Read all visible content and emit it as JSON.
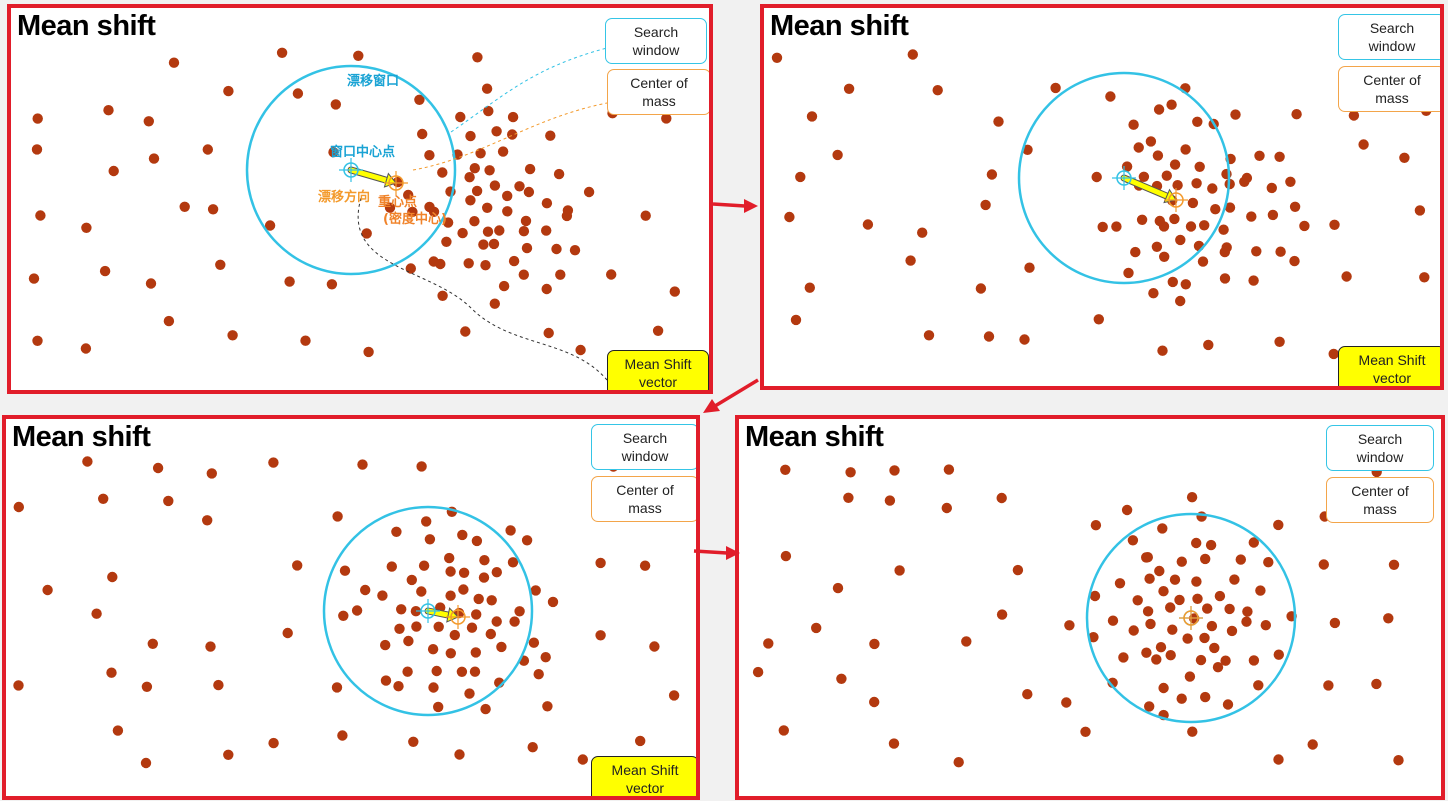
{
  "panels": [
    {
      "title": "Mean shift",
      "labels": {
        "search_window": "Search\nwindow",
        "center_of_mass": "Center of\nmass",
        "mean_shift_vector": "Mean Shift\nvector",
        "drift_window": "漂移窗口",
        "window_center": "窗口中心点",
        "drift_direction": "漂移方向",
        "centroid": "重心点",
        "density_center": "(密度中心)"
      }
    },
    {
      "title": "Mean shift",
      "labels": {
        "search_window": "Search\nwindow",
        "center_of_mass": "Center of\nmass",
        "mean_shift_vector": "Mean Shift\nvector"
      }
    },
    {
      "title": "Mean shift",
      "labels": {
        "search_window": "Search\nwindow",
        "center_of_mass": "Center of\nmass",
        "mean_shift_vector": "Mean Shift\nvector"
      }
    },
    {
      "title": "Mean shift",
      "labels": {
        "search_window": "Search\nwindow",
        "center_of_mass": "Center of\nmass"
      }
    }
  ],
  "colors": {
    "frame": "#e11d2a",
    "point": "#b3390f",
    "window": "#33c2e5",
    "center_of_mass": "#f39a2c",
    "vector": "#ffff00"
  },
  "icons": [
    "right-arrow-icon",
    "down-left-arrow-icon",
    "crosshair-icon"
  ]
}
